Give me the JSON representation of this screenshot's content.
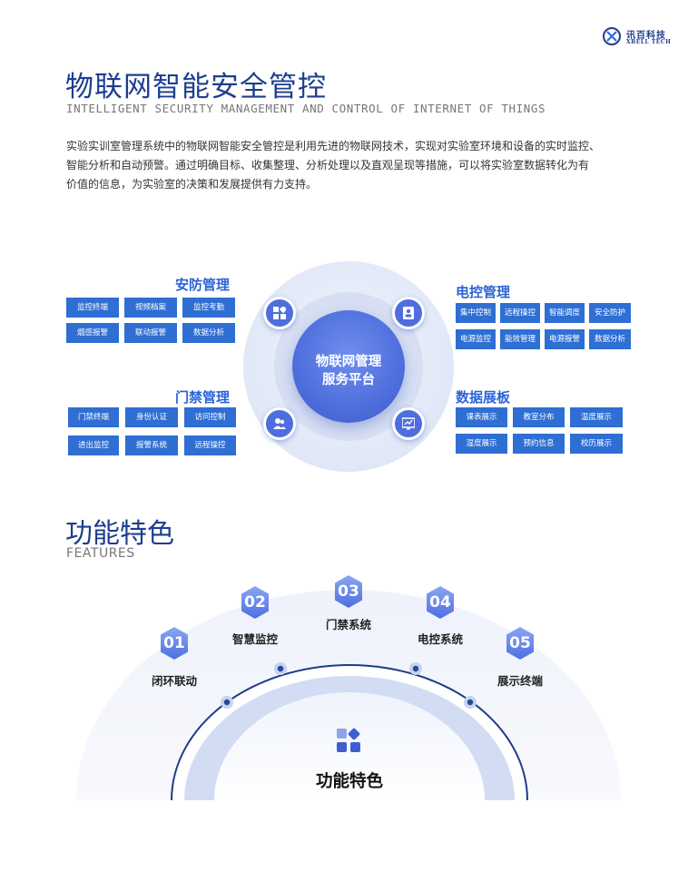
{
  "logo": {
    "cn": "讯百科技",
    "en": "XBELL TECH"
  },
  "section1": {
    "title": "物联网智能安全管控",
    "subtitle_en": "INTELLIGENT SECURITY MANAGEMENT AND CONTROL OF INTERNET OF THINGS",
    "paragraph_lines": [
      "实验实训室管理系统中的物联网智能安全管控是利用先进的物联网技术，实现对实验室环境和设备的实时监控、",
      "智能分析和自动预警。通过明确目标、收集整理、分析处理以及直观呈现等措施，可以将实验室数据转化为有",
      "价值的信息，为实验室的决策和发展提供有力支持。"
    ]
  },
  "diagram": {
    "hub_lines": [
      "物联网管理",
      "服务平台"
    ],
    "groups": {
      "anfang": {
        "title": "安防管理",
        "tags": [
          "监控终端",
          "视频档案",
          "监控考勤",
          "烟感报警",
          "联动报警",
          "数据分析"
        ]
      },
      "dianKong": {
        "title": "电控管理",
        "tags": [
          "集中控制",
          "远程操控",
          "智能调度",
          "安全防护",
          "电源监控",
          "能效管理",
          "电源报警",
          "数据分析"
        ]
      },
      "menjin": {
        "title": "门禁管理",
        "tags": [
          "门禁终端",
          "身份认证",
          "访问控制",
          "进出监控",
          "报警系统",
          "远程操控"
        ]
      },
      "shuju": {
        "title": "数据展板",
        "tags": [
          "课表展示",
          "教室分布",
          "温度展示",
          "湿度展示",
          "预约信息",
          "校历展示"
        ]
      }
    },
    "node_icons": [
      "apps-icon",
      "contact-book-icon",
      "users-icon",
      "chart-board-icon"
    ]
  },
  "section2": {
    "title": "功能特色",
    "subtitle_en": "FEATURES",
    "features": [
      {
        "num": "01",
        "label": "闭环联动"
      },
      {
        "num": "02",
        "label": "智慧监控"
      },
      {
        "num": "03",
        "label": "门禁系统"
      },
      {
        "num": "04",
        "label": "电控系统"
      },
      {
        "num": "05",
        "label": "展示终端"
      }
    ],
    "center_title": "功能特色",
    "center_icon": "feature-blocks-icon"
  },
  "colors": {
    "primary": "#1d3d8f",
    "accent": "#2f6ed3",
    "hub": "#4e6fdc",
    "hex": "#5b7fe6"
  }
}
